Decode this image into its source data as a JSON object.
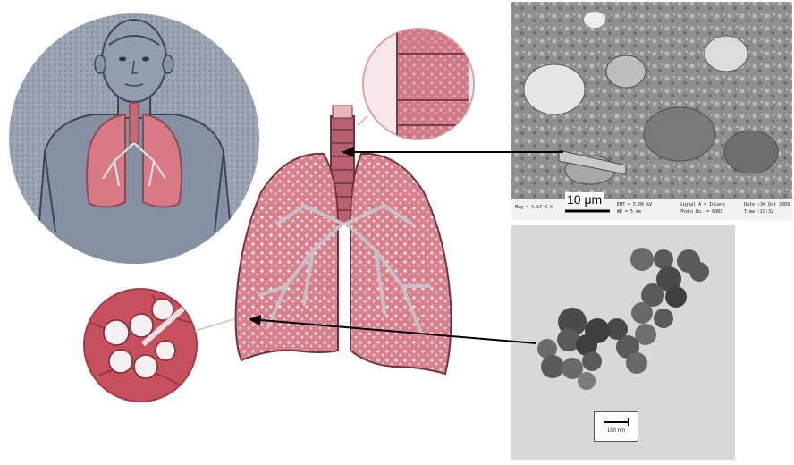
{
  "sem_panel": {
    "scale_label": "10 μm",
    "footer_text": [
      "Mag = 4.17 K X",
      "EHT = 5.00 kV",
      "WD = 5 mm",
      "Signal A = InLens",
      "Photo No. = 6883",
      "Date :30 Oct 2009",
      "Time :15:32"
    ]
  },
  "tem_panel": {
    "scale_label": "100 nm"
  },
  "colors": {
    "lung_pink": "#d77a86",
    "lung_dark": "#8c4a55",
    "bronchi_white": "#f3e6e8",
    "zoom_circle_red": "#c8505c",
    "body_gray": "#8e98a8",
    "arrow": "#000000"
  }
}
